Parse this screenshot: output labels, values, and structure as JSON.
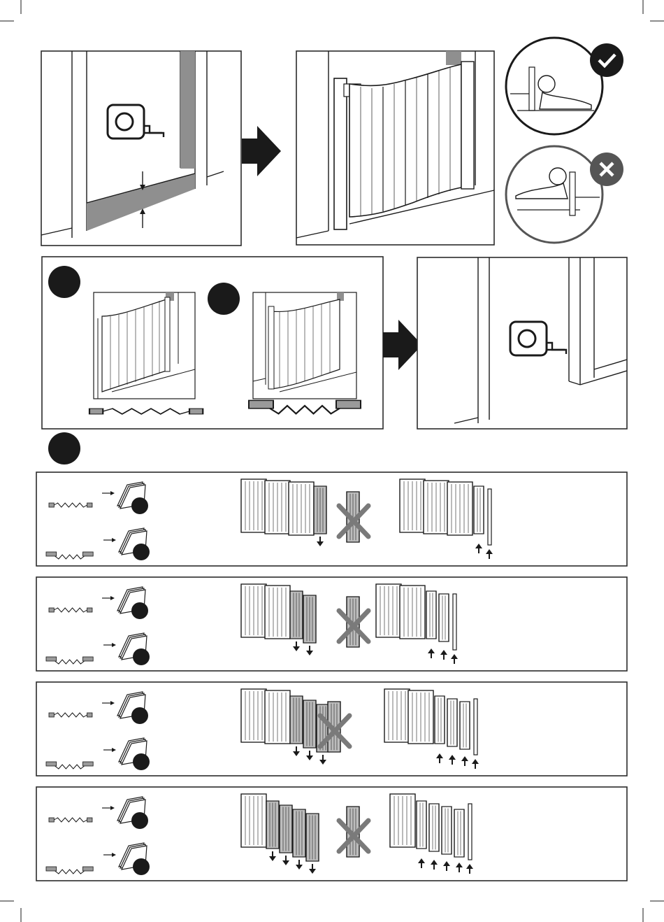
{
  "colors": {
    "ink": "#1a1a1a",
    "frame": "#2b2b2b",
    "shade": "#8f8f8f",
    "light_shade": "#c9c9c9",
    "cross": "#7a7a7a",
    "ok_badge": "#1a1a1a",
    "bad_badge": "#555555",
    "paper": "#ffffff"
  },
  "icons": {
    "measure": "tape-measure-icon",
    "arrow": "big-arrow-icon",
    "ok": "check-mark-icon",
    "bad": "x-mark-icon",
    "manual": "instruction-booklet-icon",
    "baby": "crawling-baby-icon",
    "spring": "pressure-spring-icon",
    "panel": "gate-panel-icon",
    "remove": "remove-panel-cross-icon"
  },
  "panels_removed": [
    1,
    2,
    3,
    4
  ]
}
